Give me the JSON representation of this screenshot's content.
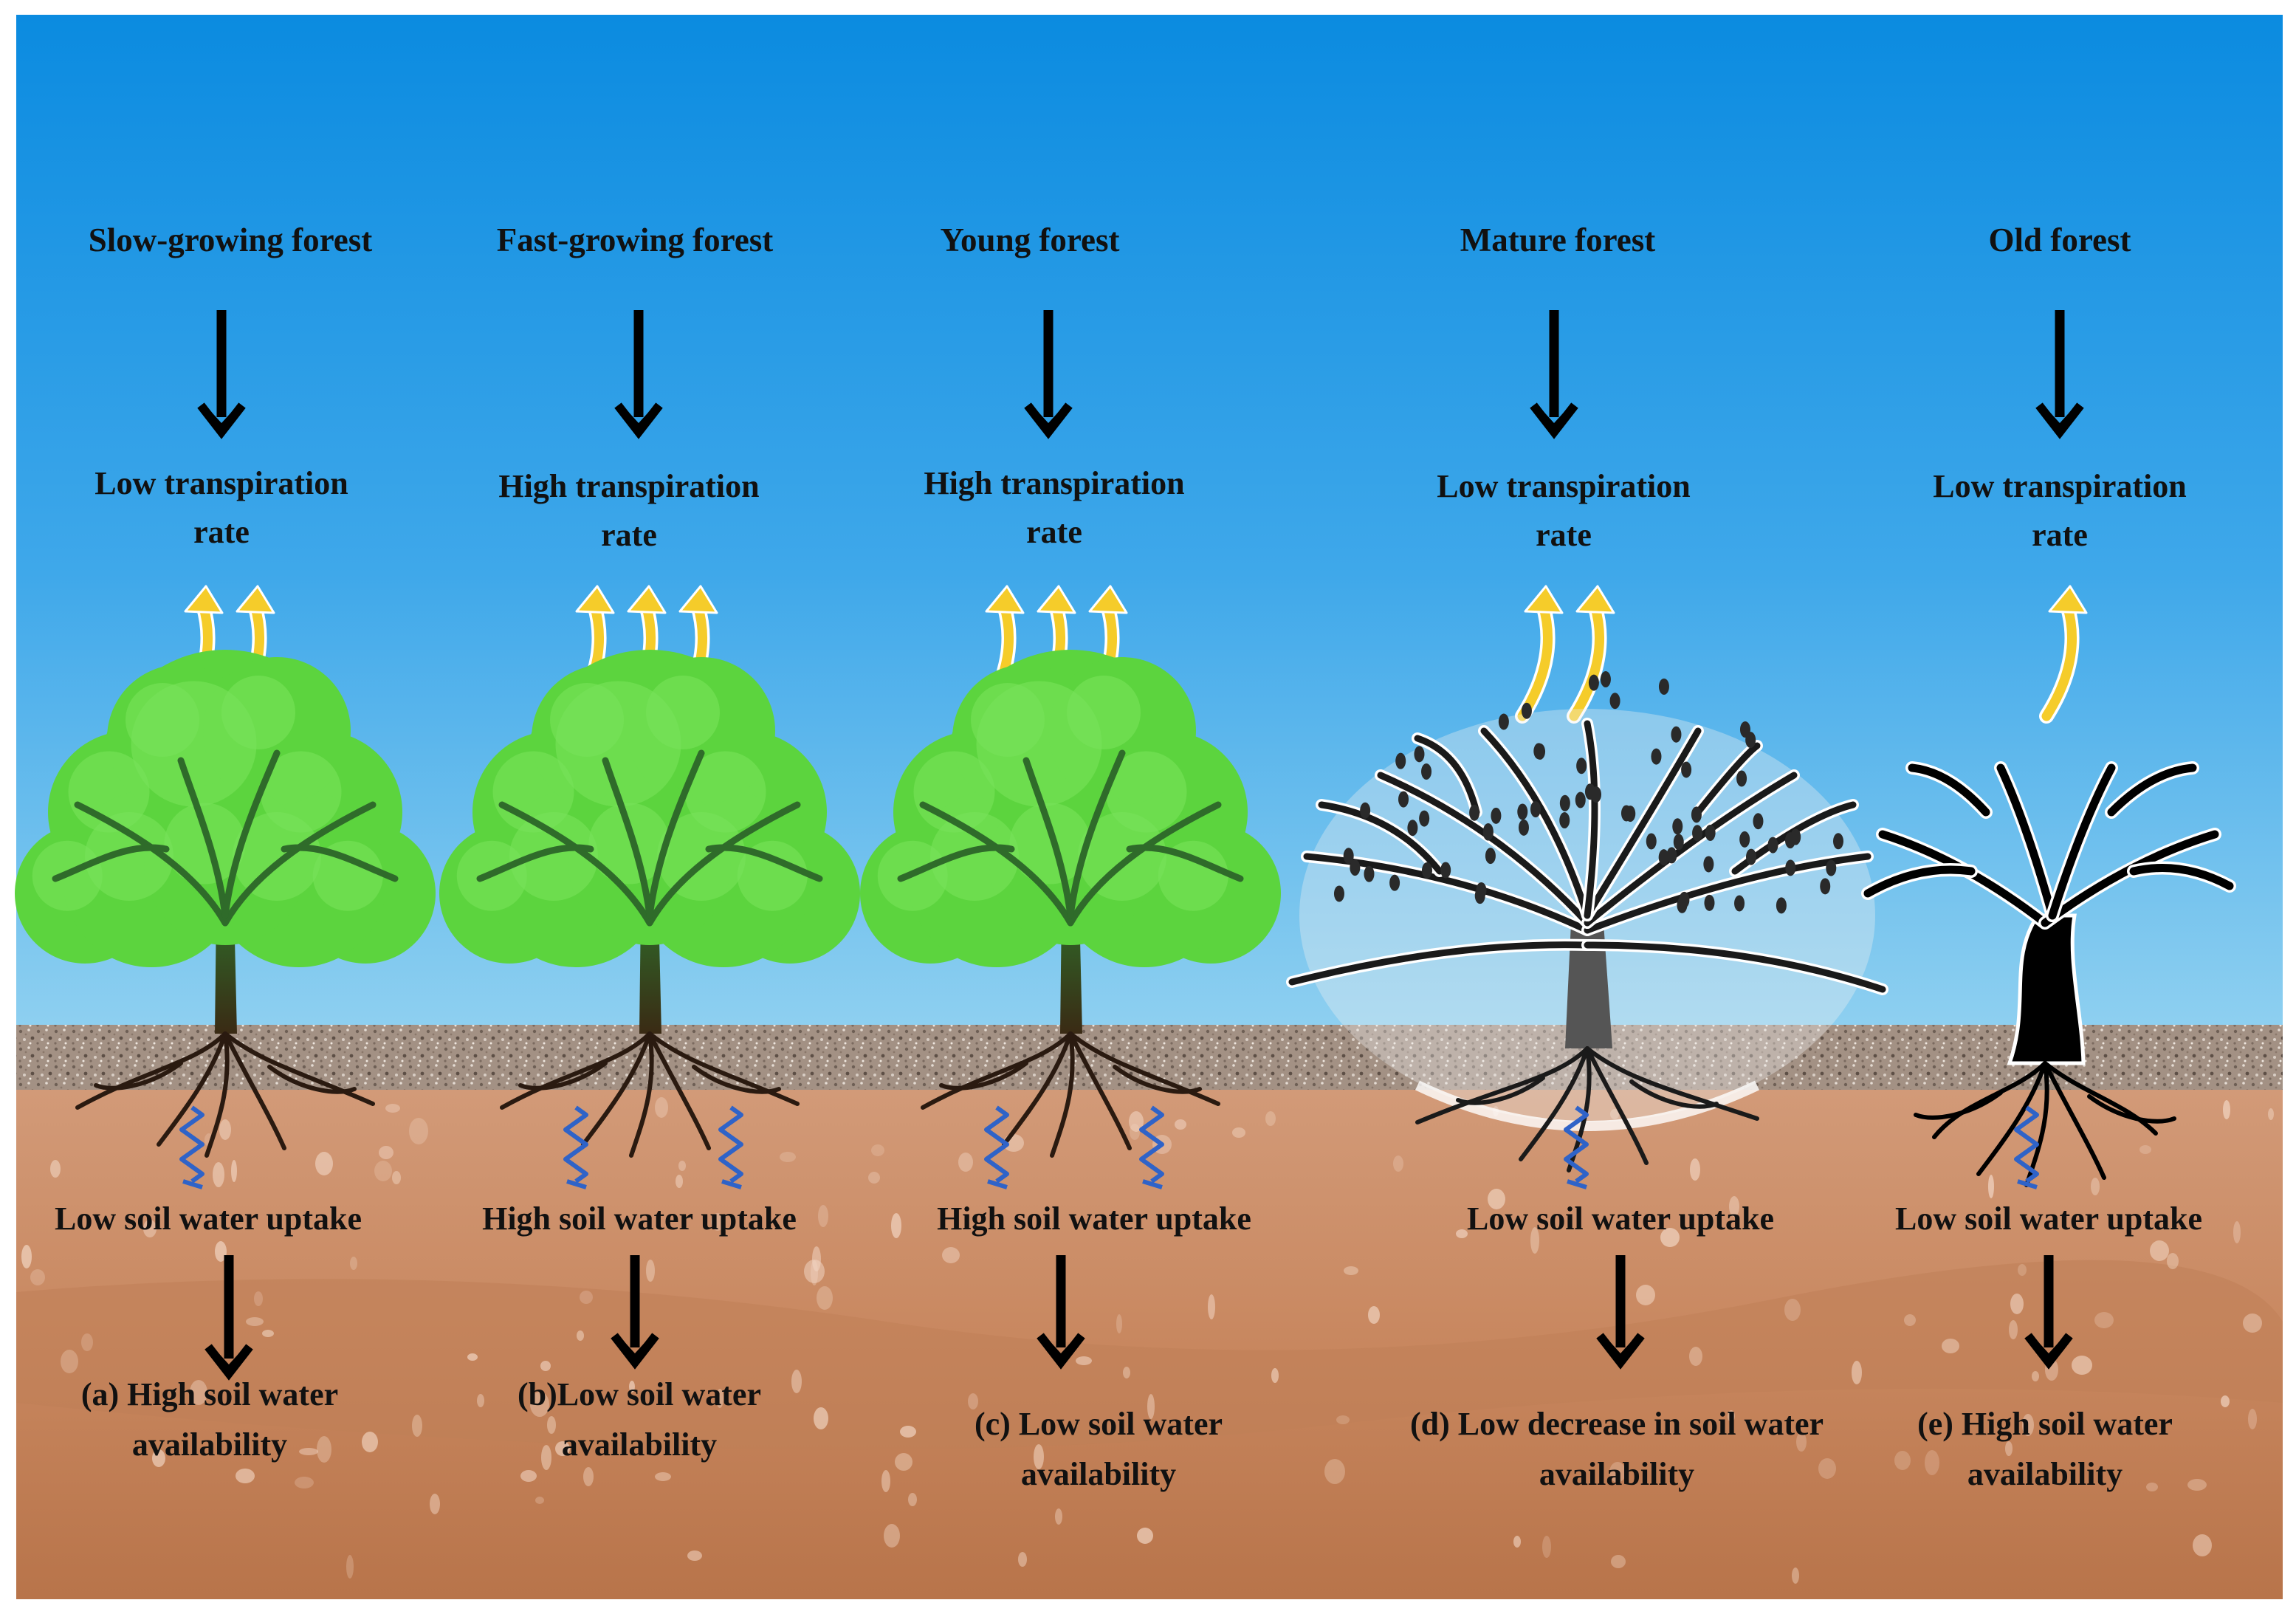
{
  "colors": {
    "sky_top": "#0d8fe0",
    "sky_bottom": "#7cc8ee",
    "gravel": "#a8968a",
    "soil": "#c98863",
    "leaf": "#5cd43e",
    "trunk": "#4a3a1e",
    "flow_arrow": "#f5cc2a",
    "water_squiggle": "#2f63c8",
    "arrow": "#000000"
  },
  "columns": [
    {
      "title": "Slow-growing forest",
      "transpiration": [
        "Low transpiration",
        "rate"
      ],
      "flow_arrow_count": 2,
      "tree": "leafy",
      "root_water_count": 1,
      "uptake": "Low soil water uptake",
      "availability": [
        "(a) High soil water",
        "availability"
      ]
    },
    {
      "title": "Fast-growing forest",
      "transpiration": [
        "High transpiration",
        "rate"
      ],
      "flow_arrow_count": 3,
      "tree": "leafy",
      "root_water_count": 2,
      "uptake": "High soil water uptake",
      "availability": [
        "(b)Low soil water",
        "availability"
      ]
    },
    {
      "title": "Young  forest",
      "transpiration": [
        "High transpiration",
        "rate"
      ],
      "flow_arrow_count": 3,
      "tree": "leafy",
      "root_water_count": 2,
      "uptake": "High soil water uptake",
      "availability": [
        "(c) Low soil water",
        "availability"
      ]
    },
    {
      "title": "Mature  forest",
      "transpiration": [
        "Low transpiration",
        "rate"
      ],
      "flow_arrow_count": 2,
      "tree": "mature",
      "root_water_count": 1,
      "uptake": "Low soil water uptake",
      "availability": [
        "(d) Low decrease in soil water",
        "availability"
      ]
    },
    {
      "title": "Old forest",
      "transpiration": [
        "Low transpiration",
        "rate"
      ],
      "flow_arrow_count": 1,
      "tree": "old",
      "root_water_count": 1,
      "uptake": "Low soil water uptake",
      "availability": [
        "(e) High soil water",
        "availability"
      ]
    }
  ]
}
